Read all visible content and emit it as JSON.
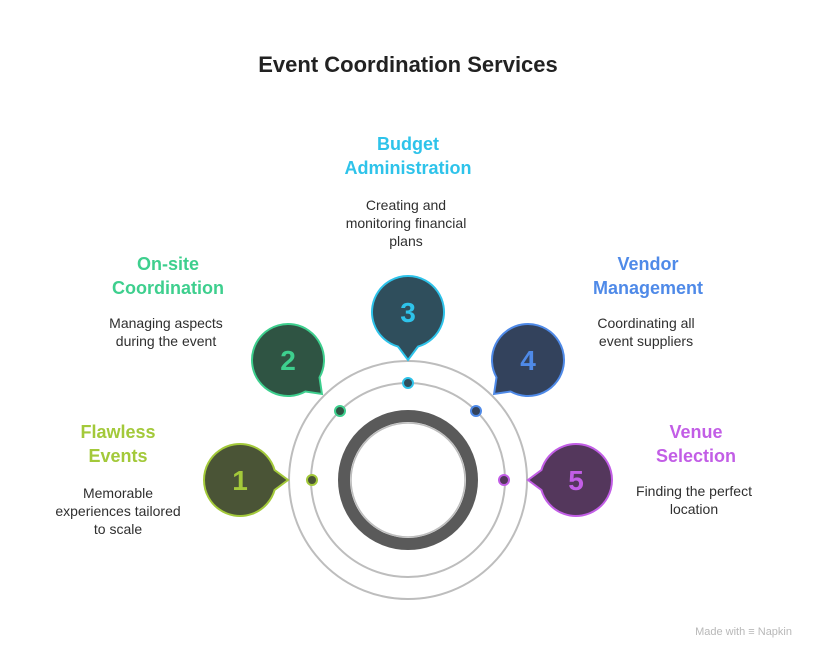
{
  "title": "Event Coordination Services",
  "footer": {
    "made_with": "Made with",
    "brand": "Napkin"
  },
  "items": [
    {
      "number": "1",
      "title_lines": [
        "Flawless",
        "Events"
      ],
      "description_lines": [
        "Memorable",
        "experiences tailored",
        "to scale"
      ],
      "accent_color": "#a3c93a",
      "fill_color": "#4a5436"
    },
    {
      "number": "2",
      "title_lines": [
        "On-site",
        "Coordination"
      ],
      "description_lines": [
        "Managing aspects",
        "during the event"
      ],
      "accent_color": "#3ecf8e",
      "fill_color": "#2f5443"
    },
    {
      "number": "3",
      "title_lines": [
        "Budget",
        "Administration"
      ],
      "description_lines": [
        "Creating and",
        "monitoring financial",
        "plans"
      ],
      "accent_color": "#2ec3ea",
      "fill_color": "#2f4e5c"
    },
    {
      "number": "4",
      "title_lines": [
        "Vendor",
        "Management"
      ],
      "description_lines": [
        "Coordinating all",
        "event suppliers"
      ],
      "accent_color": "#4f8ae8",
      "fill_color": "#33425c"
    },
    {
      "number": "5",
      "title_lines": [
        "Venue",
        "Selection"
      ],
      "description_lines": [
        "Finding the perfect",
        "location"
      ],
      "accent_color": "#c25ee6",
      "fill_color": "#54375c"
    }
  ]
}
